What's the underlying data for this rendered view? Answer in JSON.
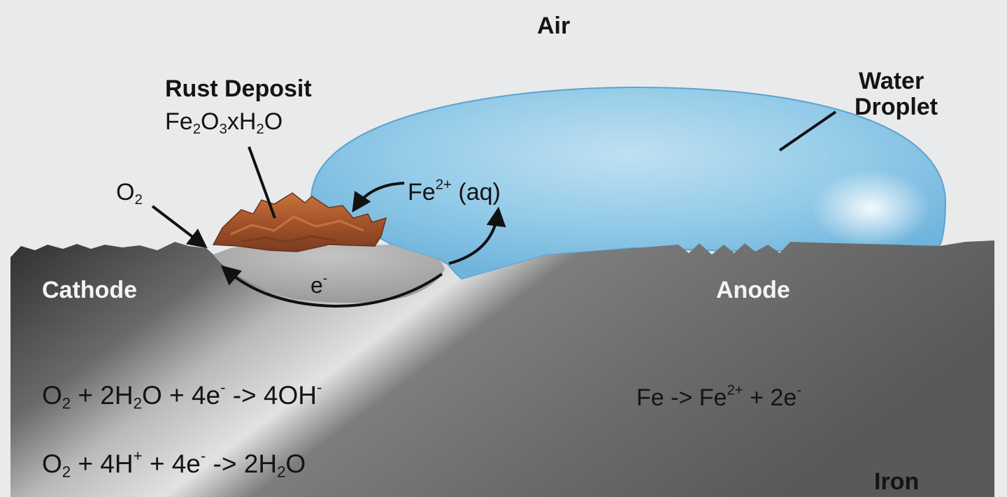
{
  "labels": {
    "air": "Air",
    "rust_deposit": "Rust Deposit",
    "water_droplet": [
      "Water",
      "Droplet"
    ],
    "cathode": "Cathode",
    "anode": "Anode",
    "iron": "Iron"
  },
  "formulas": {
    "rust": [
      "Fe",
      "2",
      "O",
      "3",
      "xH",
      "2",
      "O"
    ],
    "oxygen": [
      "O",
      "2"
    ],
    "iron_ion": [
      "Fe",
      "2+",
      " (aq)"
    ],
    "electron": [
      "e",
      "-"
    ],
    "cathode_reaction_1": [
      "O",
      "2",
      " + 2H",
      "2",
      "O + 4e",
      "-",
      " -> 4OH",
      "-"
    ],
    "cathode_reaction_2": [
      "O",
      "2",
      " + 4H",
      "+",
      " + 4e",
      "-",
      " -> 2H",
      "2",
      "O"
    ],
    "anode_reaction": [
      "Fe -> Fe",
      "2+",
      " + 2e",
      "-"
    ]
  },
  "colors": {
    "air": "#e9eaeb",
    "water": "#86c3e4",
    "rust": "#b05a2c",
    "iron_dark": "#3a3a3a",
    "iron_light": "#d2d2d2"
  }
}
